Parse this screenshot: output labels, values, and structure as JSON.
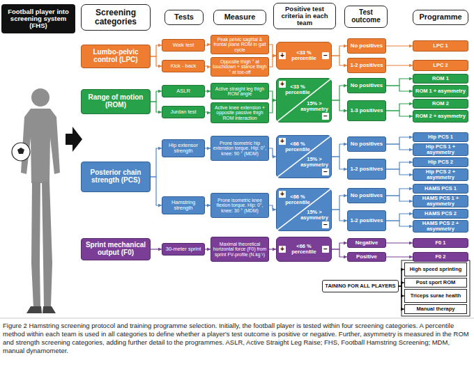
{
  "diagram": {
    "caption": "Figure 2 Hamstring screening protocol and training programme selection. Initially, the football player is tested within four screening categories. A percentile method within each team is used in all categories to define whether a player's test outcome is positive or negative. Further, asymmetry is measured in the ROM and strength screening categories, adding further detail to the programmes. ASLR, Active Straight Leg Raise; FHS, Football Hamstring Screening; MDM, manual dynamometer.",
    "nodes": [
      {
        "text": [
          "Football player into screening system (FHS)"
        ]
      },
      {
        "text": [
          "Screening categories"
        ]
      },
      {
        "text": [
          "Tests"
        ]
      },
      {
        "text": [
          "Measure"
        ]
      },
      {
        "text": [
          "Positive test criteria in each team"
        ]
      },
      {
        "text": [
          "Test outcome"
        ]
      },
      {
        "text": [
          "Programme"
        ]
      },
      {
        "text": [
          "Lumbo-pelvic control (LPC)"
        ]
      },
      {
        "text": [
          "Walk test"
        ]
      },
      {
        "text": [
          "Peak pelvic sagittal & frontal plane ROM in gait cycle"
        ]
      },
      {
        "text": [
          "Kick - back"
        ]
      },
      {
        "text": [
          "Opposite thigh ° at touchdown + stance thigh ° at toe-off"
        ]
      },
      {
        "text": [
          "+",
          "<33 % percentile",
          "−"
        ]
      },
      {
        "text": [
          "No positives"
        ]
      },
      {
        "text": [
          "LPC 1"
        ]
      },
      {
        "text": [
          "1-2 positives"
        ]
      },
      {
        "text": [
          "LPC 2"
        ]
      },
      {
        "text": [
          "Range of motion (ROM)"
        ]
      },
      {
        "text": [
          "ASLR"
        ]
      },
      {
        "text": [
          "Active straight leg thigh ROM angle"
        ]
      },
      {
        "text": [
          "Jurdan test"
        ]
      },
      {
        "text": [
          "Active knee extension + opposite passive thigh ROM interaction"
        ]
      },
      {
        "text": [
          "+",
          "<33 % percentile",
          "15% > asymmetry",
          "−"
        ]
      },
      {
        "text": [
          "No positives"
        ]
      },
      {
        "text": [
          "ROM 1"
        ]
      },
      {
        "text": [
          "ROM 1 + asymmetry"
        ]
      },
      {
        "text": [
          "1-3 positives"
        ]
      },
      {
        "text": [
          "ROM 2"
        ]
      },
      {
        "text": [
          "ROM 2 + asymmetry"
        ]
      },
      {
        "text": [
          "Posterior chain strength (PCS)"
        ]
      },
      {
        "text": [
          "Hip extensor strength"
        ]
      },
      {
        "text": [
          "Prone isometric hip extension torque. Hip: 0°, knee: 90 ° (MDM)"
        ]
      },
      {
        "text": [
          "+",
          "<66 % percentile",
          "15% > asymmetry",
          "−"
        ]
      },
      {
        "text": [
          "No positives"
        ]
      },
      {
        "text": [
          "Hip PCS 1"
        ]
      },
      {
        "text": [
          "Hip PCS 1 + asymmetry"
        ]
      },
      {
        "text": [
          "1-2 positives"
        ]
      },
      {
        "text": [
          "Hip PCS 2"
        ]
      },
      {
        "text": [
          "Hip PCS 2 + asymmetry"
        ]
      },
      {
        "text": [
          "Hamstring strength"
        ]
      },
      {
        "text": [
          "Prone isometric knee flexion torque. Hip: 0°, knee: 30 ° (MDM)"
        ]
      },
      {
        "text": [
          "+",
          "<66 % percentile",
          "15% > asymmetry",
          "−"
        ]
      },
      {
        "text": [
          "No positives"
        ]
      },
      {
        "text": [
          "HAMS PCS 1"
        ]
      },
      {
        "text": [
          "HAMS PCS 1 + asymmetry"
        ]
      },
      {
        "text": [
          "1-2 positives"
        ]
      },
      {
        "text": [
          "HAMS PCS 2"
        ]
      },
      {
        "text": [
          "HAMS PCS 2 + asymmetry"
        ]
      },
      {
        "text": [
          "Sprint mechanical output (F0)"
        ]
      },
      {
        "text": [
          "30-meter sprint"
        ]
      },
      {
        "text": [
          "Maximal theoretical horizontal force (F0) from sprint FV-profile (N.kg⁻¹)"
        ]
      },
      {
        "text": [
          "+",
          "<66 % percentile",
          "−"
        ]
      },
      {
        "text": [
          "Negative"
        ]
      },
      {
        "text": [
          "Positive"
        ]
      },
      {
        "text": [
          "F0 1"
        ]
      },
      {
        "text": [
          "F0 2"
        ]
      },
      {
        "text": [
          "TAINING FOR ALL PLAYERS"
        ]
      },
      {
        "text": [
          "High speed sprinting"
        ]
      },
      {
        "text": [
          "Post sport ROM"
        ]
      },
      {
        "text": [
          "Triceps surae health"
        ]
      },
      {
        "text": [
          "Manual therapy"
        ]
      }
    ],
    "edges": [
      {
        "from": 7,
        "to": 8,
        "arrow": "to"
      },
      {
        "from": 7,
        "to": 10,
        "arrow": "to"
      },
      {
        "from": 8,
        "to": 9,
        "arrow": "to"
      },
      {
        "from": 10,
        "to": 11,
        "arrow": "to"
      },
      {
        "from": 9,
        "to": 12,
        "arrow": "to"
      },
      {
        "from": 11,
        "to": 12,
        "arrow": "to"
      },
      {
        "from": 12,
        "to": 13,
        "arrow": "to"
      },
      {
        "from": 12,
        "to": 15,
        "arrow": "to"
      },
      {
        "from": 13,
        "to": 14,
        "arrow": "to"
      },
      {
        "from": 15,
        "to": 16,
        "arrow": "to"
      },
      {
        "from": 17,
        "to": 18,
        "arrow": "to"
      },
      {
        "from": 17,
        "to": 20,
        "arrow": "to"
      },
      {
        "from": 18,
        "to": 19,
        "arrow": "to"
      },
      {
        "from": 20,
        "to": 21,
        "arrow": "to"
      },
      {
        "from": 19,
        "to": 22,
        "arrow": "to"
      },
      {
        "from": 21,
        "to": 22,
        "arrow": "to"
      },
      {
        "from": 22,
        "to": 23,
        "arrow": "to"
      },
      {
        "from": 22,
        "to": 26,
        "arrow": "to"
      },
      {
        "from": 23,
        "to": 24,
        "arrow": "to"
      },
      {
        "from": 23,
        "to": 25,
        "arrow": "to"
      },
      {
        "from": 26,
        "to": 27,
        "arrow": "to"
      },
      {
        "from": 26,
        "to": 28,
        "arrow": "to"
      },
      {
        "from": 29,
        "to": 30,
        "arrow": "to"
      },
      {
        "from": 29,
        "to": 39,
        "arrow": "to"
      },
      {
        "from": 30,
        "to": 31,
        "arrow": "to"
      },
      {
        "from": 31,
        "to": 32,
        "arrow": "to"
      },
      {
        "from": 32,
        "to": 33,
        "arrow": "to"
      },
      {
        "from": 32,
        "to": 36,
        "arrow": "to"
      },
      {
        "from": 33,
        "to": 34,
        "arrow": "to"
      },
      {
        "from": 33,
        "to": 35,
        "arrow": "to"
      },
      {
        "from": 36,
        "to": 37,
        "arrow": "to"
      },
      {
        "from": 36,
        "to": 38,
        "arrow": "to"
      },
      {
        "from": 39,
        "to": 40,
        "arrow": "to"
      },
      {
        "from": 40,
        "to": 41,
        "arrow": "to"
      },
      {
        "from": 41,
        "to": 42,
        "arrow": "to"
      },
      {
        "from": 41,
        "to": 45,
        "arrow": "to"
      },
      {
        "from": 42,
        "to": 43,
        "arrow": "to"
      },
      {
        "from": 42,
        "to": 44,
        "arrow": "to"
      },
      {
        "from": 45,
        "to": 46,
        "arrow": "to"
      },
      {
        "from": 45,
        "to": 47,
        "arrow": "to"
      },
      {
        "from": 48,
        "to": 49,
        "arrow": "to"
      },
      {
        "from": 49,
        "to": 50,
        "arrow": "to"
      },
      {
        "from": 50,
        "to": 51,
        "arrow": "to"
      },
      {
        "from": 51,
        "to": 52,
        "arrow": "to"
      },
      {
        "from": 51,
        "to": 53,
        "arrow": "to"
      },
      {
        "from": 52,
        "to": 54,
        "arrow": "to"
      },
      {
        "from": 53,
        "to": 55,
        "arrow": "to"
      },
      {
        "from": 56,
        "to": 57,
        "arrow": "to"
      },
      {
        "from": 56,
        "to": 58,
        "arrow": "to"
      },
      {
        "from": 56,
        "to": 59,
        "arrow": "to"
      },
      {
        "from": 56,
        "to": 60,
        "arrow": "to"
      }
    ]
  }
}
